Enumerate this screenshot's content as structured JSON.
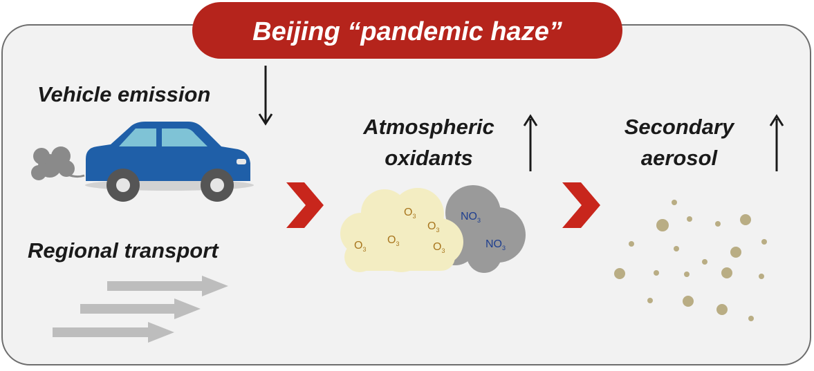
{
  "title": {
    "prefix": "Beijing ",
    "quoted": "“pandemic haze”",
    "color": "#b5241c"
  },
  "factors": {
    "vehicle_emission": {
      "label": "Vehicle emission",
      "trend": "down"
    },
    "regional_transport": {
      "label": "Regional transport"
    }
  },
  "stages": {
    "oxidants": {
      "label_line1": "Atmospheric",
      "label_line2": "oxidants",
      "trend": "up",
      "ozone_label": "O",
      "ozone_sub": "3",
      "nitrate_label": "NO",
      "nitrate_sub": "3"
    },
    "aerosol": {
      "label_line1": "Secondary",
      "label_line2": "aerosol",
      "trend": "up"
    }
  },
  "colors": {
    "panel_bg": "#f2f2f2",
    "panel_border": "#6d6d6d",
    "car_body": "#1f5fa8",
    "car_window": "#7fc3d6",
    "exhaust": "#8a8a8a",
    "transport_arrow": "#bdbdbd",
    "chevron": "#c8261c",
    "ozone_cloud": "#f3edc2",
    "ozone_text": "#a8761e",
    "nitrate_cloud": "#9a9a9a",
    "nitrate_text": "#1f3f8f",
    "aerosol_dot": "#b9ad84"
  },
  "icons": {
    "vehicle": "car-icon",
    "exhaust": "exhaust-cloud-icon",
    "transport": "transport-arrows-icon",
    "flow": "chevron-right-icon",
    "trend_down": "arrow-down-icon",
    "trend_up": "arrow-up-icon"
  }
}
